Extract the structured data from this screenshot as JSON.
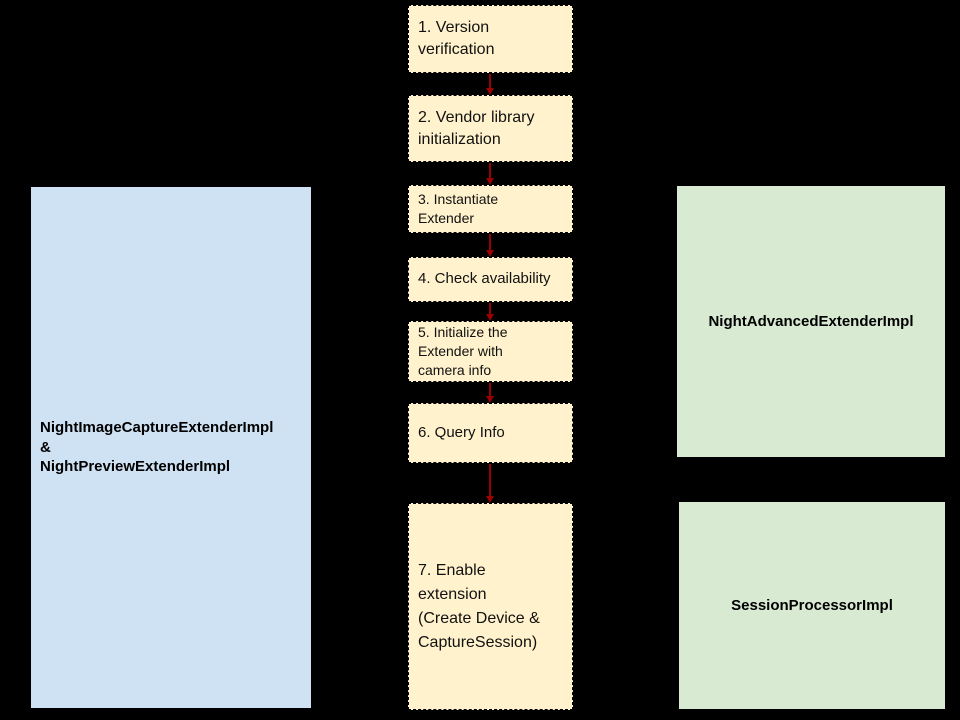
{
  "diagram": {
    "background_color": "#000000",
    "flow": {
      "box_fill_color": "#FFF2CC",
      "box_border_color": "#000000",
      "arrow_color": "#990000",
      "steps": [
        {
          "label": "1. Version\nverification"
        },
        {
          "label": "2. Vendor library\ninitialization"
        },
        {
          "label": "3. Instantiate\nExtender"
        },
        {
          "label": "4. Check availability"
        },
        {
          "label": "5. Initialize the\nExtender with\ncamera info"
        },
        {
          "label": "6. Query Info"
        },
        {
          "label": "7. Enable\nextension\n(Create Device &\nCaptureSession)"
        }
      ]
    },
    "left_box": {
      "fill_color": "#CFE2F3",
      "label": "NightImageCaptureExtenderImpl\n&\nNightPreviewExtenderImpl"
    },
    "right_boxes": [
      {
        "fill_color": "#D9EAD3",
        "label": "NightAdvancedExtenderImpl"
      },
      {
        "fill_color": "#D9EAD3",
        "label": "SessionProcessorImpl"
      }
    ]
  }
}
